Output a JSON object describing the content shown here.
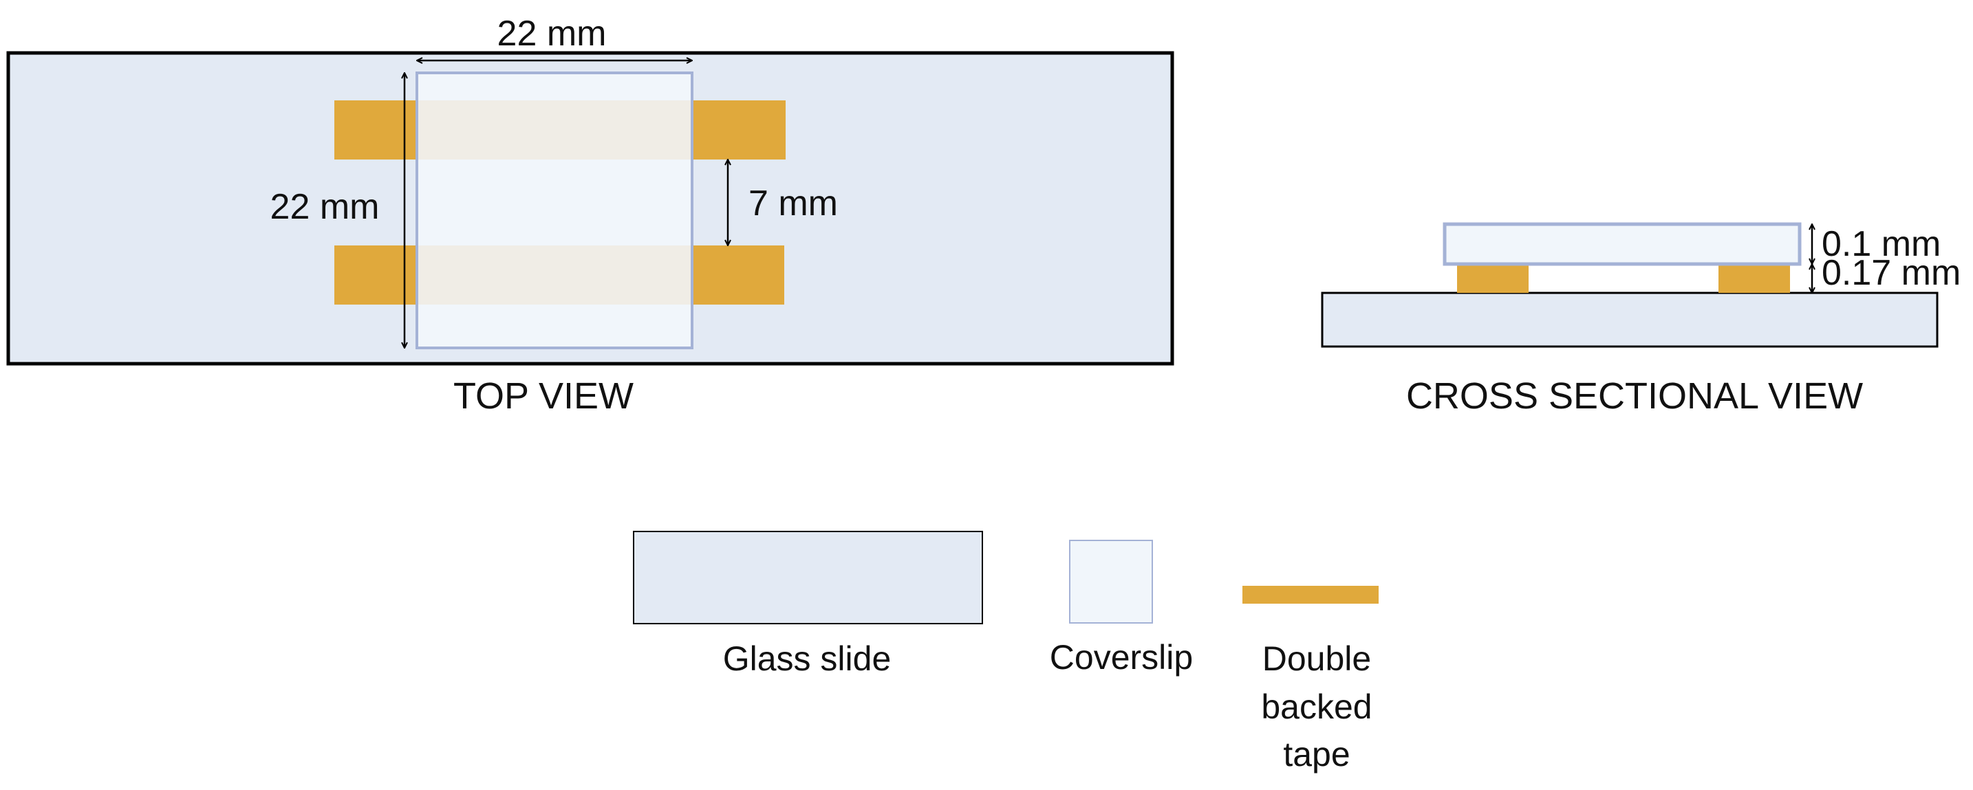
{
  "colors": {
    "glass_fill": "#e3eaf4",
    "glass_stroke": "#000000",
    "coverslip_fill": "#f1f6fb",
    "coverslip_stroke": "#a4b2d6",
    "tape_fill": "#e0a93c",
    "tape_under_coverslip": "#f0ede6"
  },
  "top_view": {
    "width_dimension": "22 mm",
    "height_dimension": "22 mm",
    "gap_dimension": "7 mm",
    "caption": "TOP VIEW"
  },
  "cross_section": {
    "coverslip_thickness": "0.1 mm",
    "tape_thickness": "0.17 mm",
    "caption": "CROSS SECTIONAL VIEW"
  },
  "legend": {
    "glass_slide": "Glass slide",
    "coverslip": "Coverslip",
    "tape_line1": "Double",
    "tape_line2": "backed",
    "tape_line3": "tape"
  }
}
